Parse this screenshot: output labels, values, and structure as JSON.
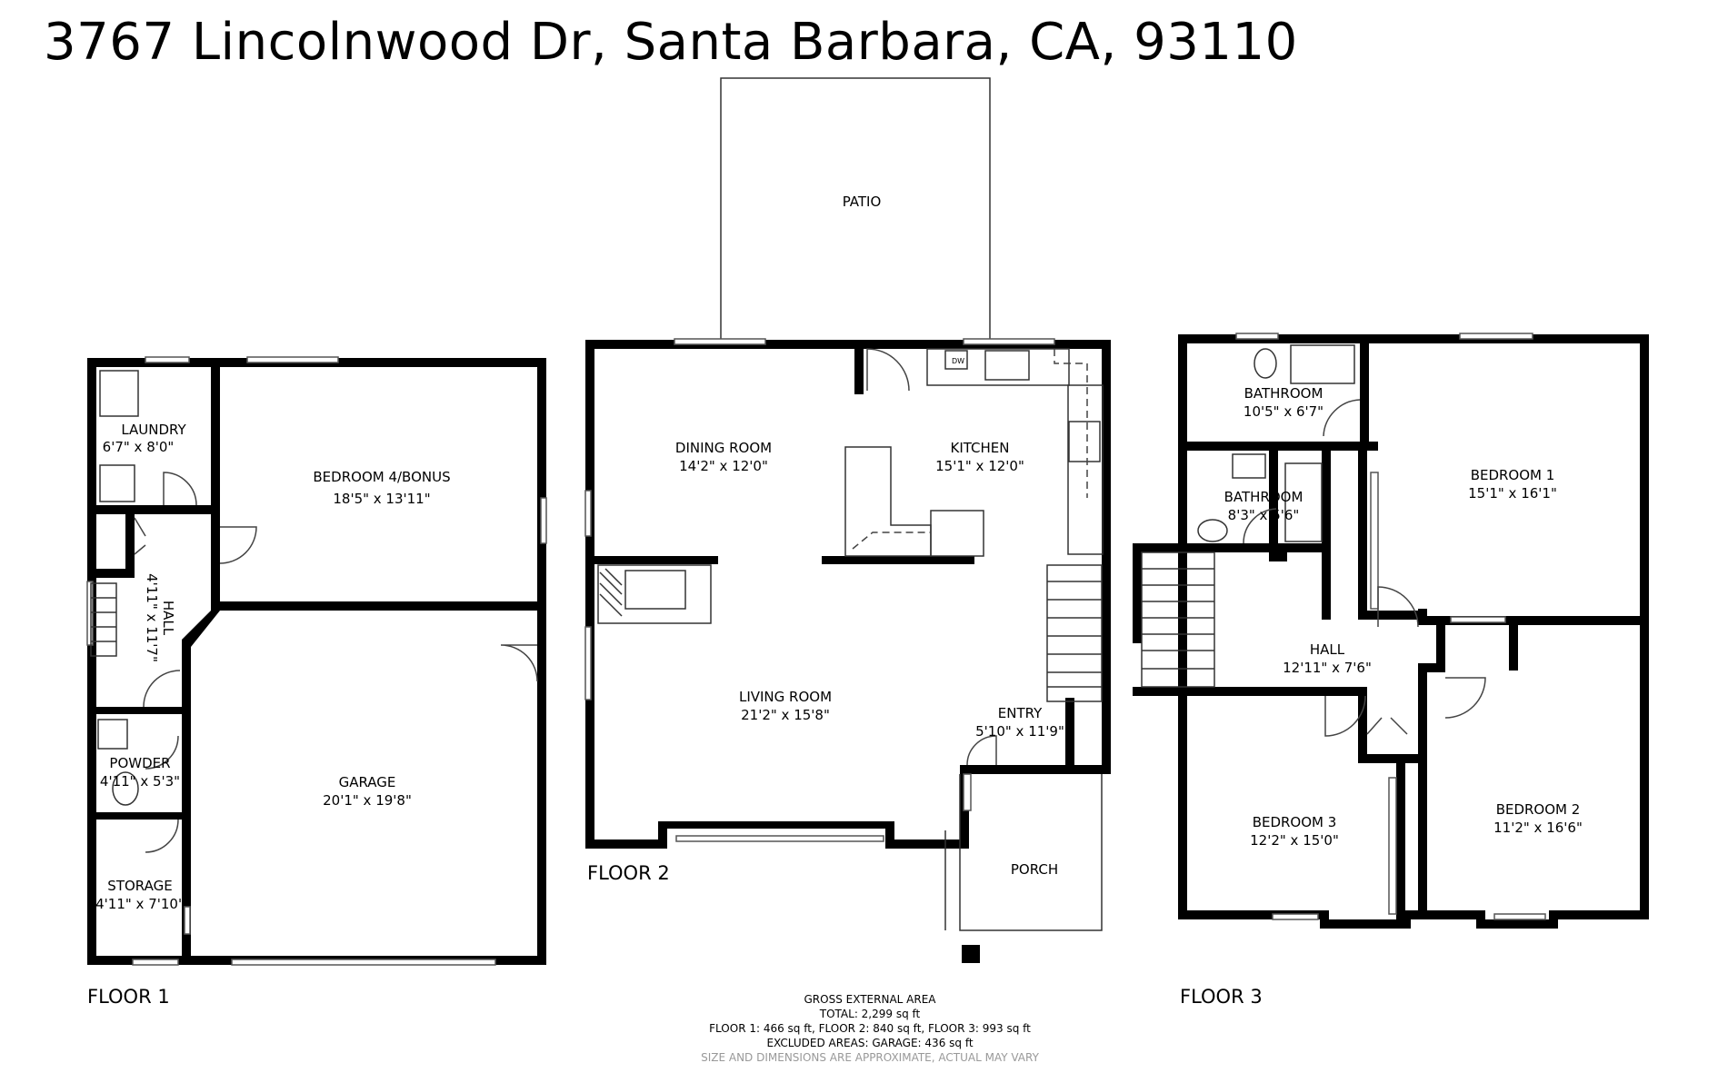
{
  "address": "3767 Lincolnwood Dr, Santa Barbara, CA, 93110",
  "floors": [
    {
      "label": "FLOOR 1",
      "rooms": [
        {
          "name": "LAUNDRY",
          "dims": "6'7\" x 8'0\""
        },
        {
          "name": "BEDROOM 4/BONUS",
          "dims": "18'5\" x 13'11\""
        },
        {
          "name": "HALL",
          "dims": "4'11\" x 11'7\""
        },
        {
          "name": "POWDER",
          "dims": "4'11\" x 5'3\""
        },
        {
          "name": "GARAGE",
          "dims": "20'1\" x 19'8\""
        },
        {
          "name": "STORAGE",
          "dims": "4'11\" x 7'10\""
        }
      ]
    },
    {
      "label": "FLOOR 2",
      "rooms": [
        {
          "name": "PATIO",
          "dims": ""
        },
        {
          "name": "DINING ROOM",
          "dims": "14'2\" x 12'0\""
        },
        {
          "name": "KITCHEN",
          "dims": "15'1\" x 12'0\""
        },
        {
          "name": "LIVING ROOM",
          "dims": "21'2\" x 15'8\""
        },
        {
          "name": "ENTRY",
          "dims": "5'10\" x 11'9\""
        },
        {
          "name": "PORCH",
          "dims": ""
        }
      ],
      "appliance_labels": {
        "dishwasher": "DW"
      }
    },
    {
      "label": "FLOOR 3",
      "rooms": [
        {
          "name": "BATHROOM",
          "dims": "10'5\" x 6'7\""
        },
        {
          "name": "BATHROOM",
          "dims": "8'3\" x 5'6\""
        },
        {
          "name": "BEDROOM 1",
          "dims": "15'1\" x 16'1\""
        },
        {
          "name": "HALL",
          "dims": "12'11\" x 7'6\""
        },
        {
          "name": "BEDROOM 3",
          "dims": "12'2\" x 15'0\""
        },
        {
          "name": "BEDROOM 2",
          "dims": "11'2\" x 16'6\""
        }
      ]
    }
  ],
  "area_summary": {
    "heading": "GROSS EXTERNAL AREA",
    "total": "TOTAL: 2,299 sq ft",
    "floors": "FLOOR 1: 466 sq ft, FLOOR 2: 840 sq ft, FLOOR 3: 993 sq ft",
    "excluded": "EXCLUDED AREAS: GARAGE: 436 sq ft",
    "disclaimer": "SIZE AND DIMENSIONS ARE APPROXIMATE, ACTUAL MAY VARY"
  },
  "colors": {
    "walls": "#000000",
    "background": "#ffffff",
    "disclaimer": "#999999"
  }
}
